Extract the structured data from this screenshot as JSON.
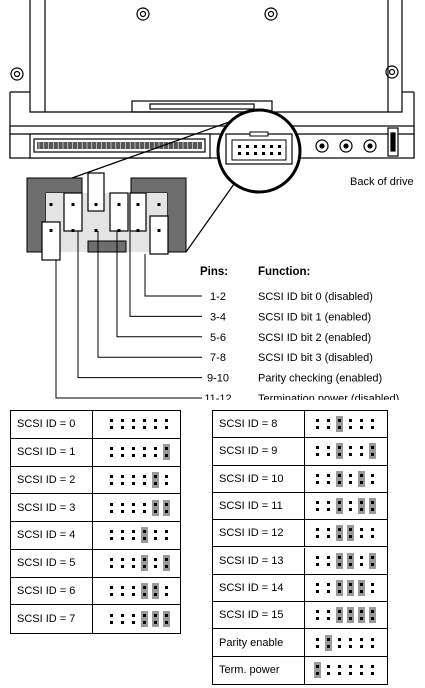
{
  "drive_caption": "Back of drive",
  "pin_header": "Pins:",
  "function_header": "Function:",
  "pins": [
    {
      "pins": "1-2",
      "function": "SCSI ID bit 0 (disabled)"
    },
    {
      "pins": "3-4",
      "function": "SCSI ID bit 1 (enabled)"
    },
    {
      "pins": "5-6",
      "function": "SCSI ID bit 2 (enabled)"
    },
    {
      "pins": "7-8",
      "function": "SCSI ID bit 3 (disabled)"
    },
    {
      "pins": "9-10",
      "function": "Parity checking (enabled)"
    },
    {
      "pins": "11-12",
      "function": "Termination power (disabled)"
    }
  ],
  "settings_left": [
    {
      "label": "SCSI ID = 0",
      "jumpers": [
        0,
        0,
        0,
        0,
        0,
        0
      ]
    },
    {
      "label": "SCSI ID = 1",
      "jumpers": [
        0,
        0,
        0,
        0,
        0,
        1
      ]
    },
    {
      "label": "SCSI ID = 2",
      "jumpers": [
        0,
        0,
        0,
        0,
        1,
        0
      ]
    },
    {
      "label": "SCSI ID = 3",
      "jumpers": [
        0,
        0,
        0,
        0,
        1,
        1
      ]
    },
    {
      "label": "SCSI ID = 4",
      "jumpers": [
        0,
        0,
        0,
        1,
        0,
        0
      ]
    },
    {
      "label": "SCSI ID = 5",
      "jumpers": [
        0,
        0,
        0,
        1,
        0,
        1
      ]
    },
    {
      "label": "SCSI ID = 6",
      "jumpers": [
        0,
        0,
        0,
        1,
        1,
        0
      ]
    },
    {
      "label": "SCSI ID = 7",
      "jumpers": [
        0,
        0,
        0,
        1,
        1,
        1
      ]
    }
  ],
  "settings_right": [
    {
      "label": "SCSI ID = 8",
      "jumpers": [
        0,
        0,
        1,
        0,
        0,
        0
      ]
    },
    {
      "label": "SCSI ID = 9",
      "jumpers": [
        0,
        0,
        1,
        0,
        0,
        1
      ]
    },
    {
      "label": "SCSI ID = 10",
      "jumpers": [
        0,
        0,
        1,
        0,
        1,
        0
      ]
    },
    {
      "label": "SCSI ID = 11",
      "jumpers": [
        0,
        0,
        1,
        0,
        1,
        1
      ]
    },
    {
      "label": "SCSI ID = 12",
      "jumpers": [
        0,
        0,
        1,
        1,
        0,
        0
      ]
    },
    {
      "label": "SCSI ID = 13",
      "jumpers": [
        0,
        0,
        1,
        1,
        0,
        1
      ]
    },
    {
      "label": "SCSI ID = 14",
      "jumpers": [
        0,
        0,
        1,
        1,
        1,
        0
      ]
    },
    {
      "label": "SCSI ID = 15",
      "jumpers": [
        0,
        0,
        1,
        1,
        1,
        1
      ]
    },
    {
      "label": "Parity enable",
      "jumpers": [
        0,
        1,
        0,
        0,
        0,
        0
      ]
    },
    {
      "label": "Term. power",
      "jumpers": [
        1,
        0,
        0,
        0,
        0,
        0
      ]
    }
  ],
  "colors": {
    "jumper_fill": "#9a9a9a",
    "block_fill": "#6e6e6e",
    "header_fill": "#e4e4e4"
  }
}
